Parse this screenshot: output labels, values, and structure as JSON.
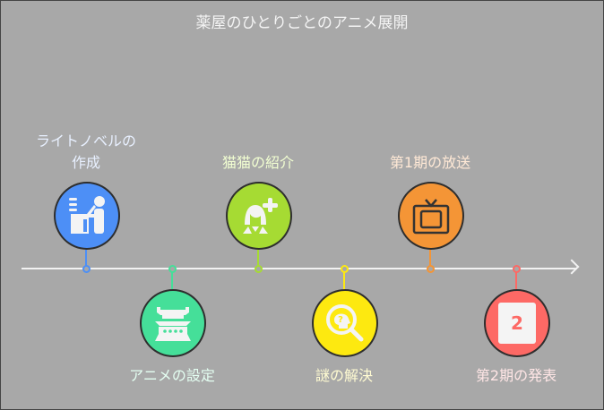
{
  "title": "薬屋のひとりごとのアニメ展開",
  "events": [
    {
      "label": "ライトノベルの作成",
      "line1": "ライトノベルの",
      "line2": "作成",
      "icon": "writer-icon",
      "color": "#4d8ff6",
      "text_color": "#e8f0ff",
      "position": "above"
    },
    {
      "label": "アニメの設定",
      "icon": "palace-icon",
      "color": "#45df99",
      "text_color": "#e4fff2",
      "position": "below"
    },
    {
      "label": "猫猫の紹介",
      "icon": "add-person-icon",
      "color": "#a6db33",
      "text_color": "#f2ffd2",
      "position": "above"
    },
    {
      "label": "謎の解決",
      "icon": "mystery-search-icon",
      "color": "#fde910",
      "text_color": "#fffbd2",
      "position": "below"
    },
    {
      "label": "第1期の放送",
      "icon": "tv-icon",
      "color": "#f49536",
      "text_color": "#ffe9d6",
      "position": "above"
    },
    {
      "label": "第2期の発表",
      "icon": "calendar-2-icon",
      "color": "#fd6965",
      "text_color": "#ffe6e6",
      "position": "below",
      "icon_text": "2"
    }
  ]
}
